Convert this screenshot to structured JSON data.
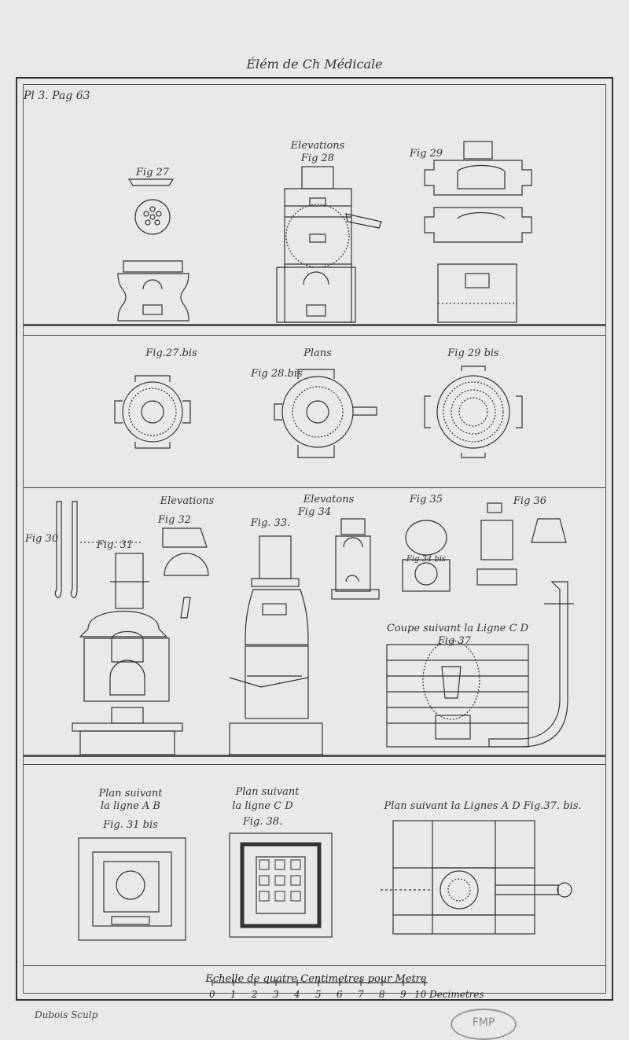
{
  "header": {
    "title": "Élém de Ch Médicale"
  },
  "plate": {
    "reference": "Pl 3. Pag 63"
  },
  "captions": {
    "fig27": "Fig 27",
    "elevations_top": "Elevations",
    "fig28": "Fig 28",
    "fig29": "Fig 29",
    "fig27bis": "Fig.27.bis",
    "plans": "Plans",
    "fig28bis": "Fig 28.bis",
    "fig29bis": "Fig 29 bis",
    "elevations_left": "Elevations",
    "fig32": "Fig 32",
    "fig30": "Fig 30",
    "fig31": "Fig. 31",
    "fig33": "Fig. 33.",
    "elevations_mid": "Elevatons",
    "fig34": "Fig 34",
    "fig35": "Fig 35",
    "fig36": "Fig 36",
    "fig34bis": "Fig 34 bis",
    "coupe": "Coupe suivant la Ligne C D",
    "fig37": "Fig 37",
    "plan_ab_line1": "Plan suivant",
    "plan_ab_line2": "la ligne A B",
    "fig31bis": "Fig. 31 bis",
    "plan_cd_line1": "Plan suivant",
    "plan_cd_line2": "la ligne C D",
    "fig38": "Fig. 38.",
    "plan_ad": "Plan suivant la Lignes A D Fig.37. bis."
  },
  "scale": {
    "label": "Echelle de quatre Centimetres pour Metre",
    "ticks": [
      "0",
      "1",
      "2",
      "3",
      "4",
      "5",
      "6",
      "7",
      "8",
      "9"
    ],
    "unit": "10 Decimetres"
  },
  "footer": {
    "engraver": "Dubois Sculp",
    "stamp": "FMP"
  }
}
